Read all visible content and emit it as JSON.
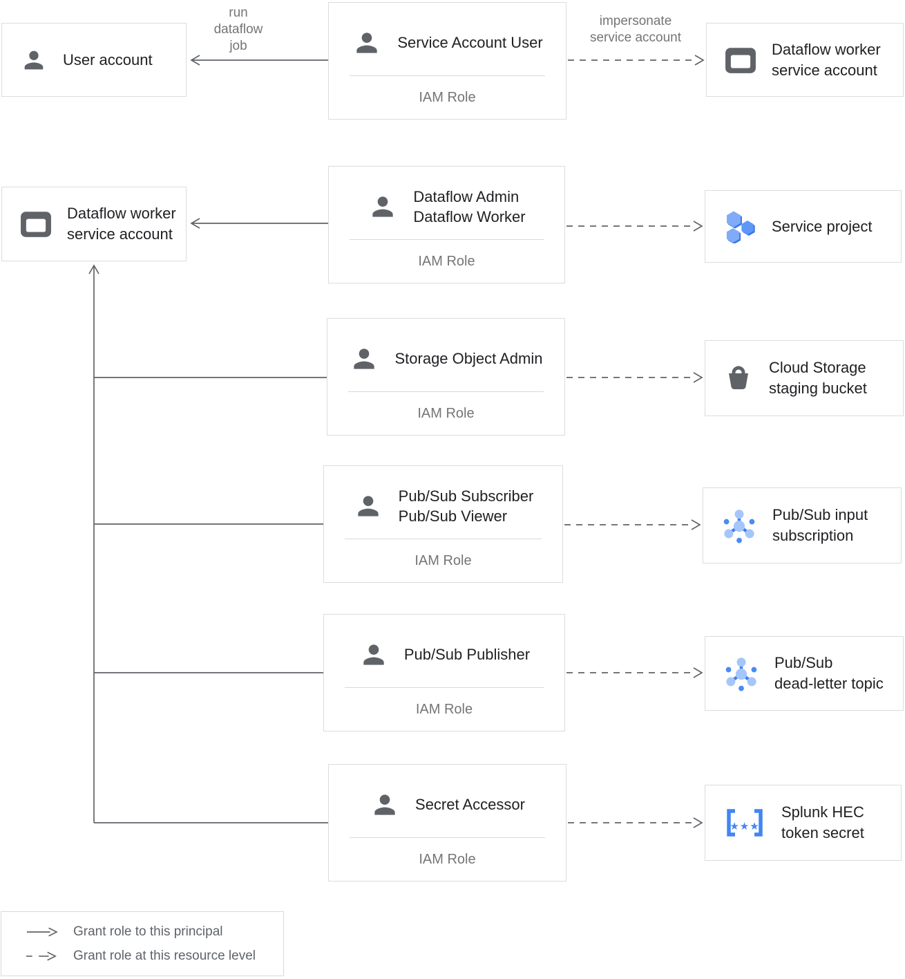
{
  "boxes": {
    "user_account": {
      "line1": "User account"
    },
    "service_account_user": {
      "title1": "Service Account User",
      "iam": "IAM Role"
    },
    "dataflow_worker_sa_right": {
      "line1": "Dataflow worker",
      "line2": "service account"
    },
    "dataflow_worker_sa_left": {
      "line1": "Dataflow worker",
      "line2": "service account"
    },
    "dataflow_admin_worker": {
      "title1": "Dataflow Admin",
      "title2": "Dataflow Worker",
      "iam": "IAM Role"
    },
    "service_project": {
      "line1": "Service project"
    },
    "storage_object_admin": {
      "title1": "Storage Object Admin",
      "iam": "IAM Role"
    },
    "cloud_storage_bucket": {
      "line1": "Cloud Storage",
      "line2": "staging bucket"
    },
    "pubsub_subscriber_viewer": {
      "title1": "Pub/Sub Subscriber",
      "title2": "Pub/Sub Viewer",
      "iam": "IAM Role"
    },
    "pubsub_input_subscription": {
      "line1": "Pub/Sub input",
      "line2": "subscription"
    },
    "pubsub_publisher": {
      "title1": "Pub/Sub Publisher",
      "iam": "IAM Role"
    },
    "pubsub_dead_letter_topic": {
      "line1": "Pub/Sub",
      "line2": "dead-letter topic"
    },
    "secret_accessor": {
      "title1": "Secret Accessor",
      "iam": "IAM Role"
    },
    "splunk_hec_token_secret": {
      "line1": "Splunk HEC",
      "line2": "token secret"
    }
  },
  "edge_labels": {
    "run_dataflow_job": {
      "line1": "run",
      "line2": "dataflow",
      "line3": "job"
    },
    "impersonate": {
      "line1": "impersonate",
      "line2": "service account"
    }
  },
  "legend": {
    "solid": "Grant role to this principal",
    "dashed": "Grant role at this resource level"
  },
  "icons": {
    "iam_principal": "person-icon",
    "user_account": "person-icon",
    "service_account": "service-account-window-icon",
    "project": "hexagon-cluster-icon",
    "bucket": "storage-bucket-icon",
    "pubsub": "pubsub-topology-icon",
    "secret": "secret-brackets-icon",
    "secret_stars": "★★★"
  },
  "palette": {
    "box_border": "#dadcde",
    "title_text": "#202124",
    "muted_text": "#757575",
    "legend_text": "#5f6368",
    "line_gray": "#5f6368",
    "icon_gray": "#5f6368",
    "google_blue": "#4285f4",
    "light_blue": "#a5c6fa",
    "mid_blue": "#7fabf8",
    "shade_blue": "#3b78e8"
  }
}
